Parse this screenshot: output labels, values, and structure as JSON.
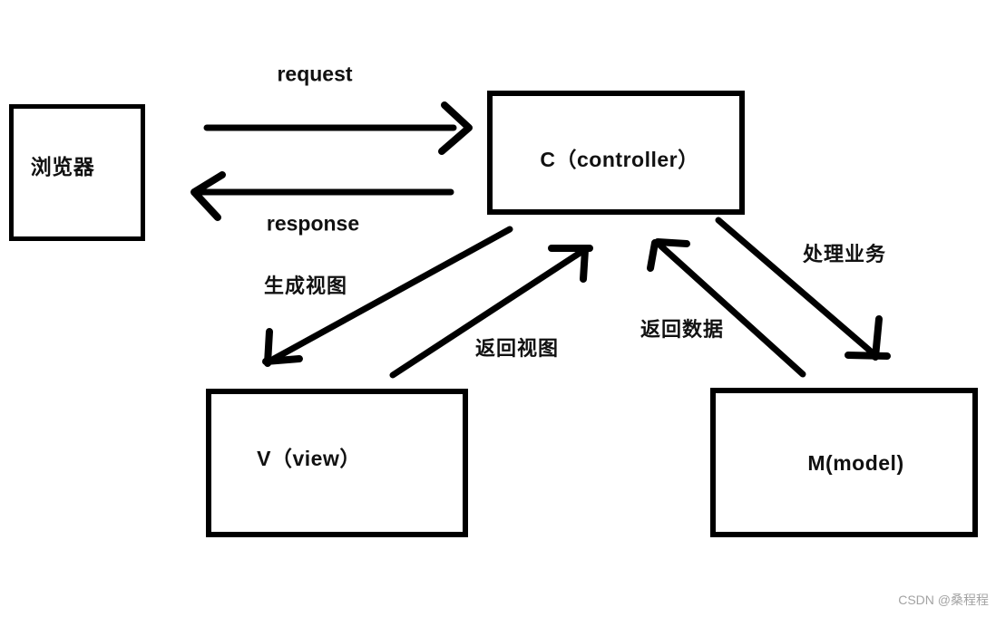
{
  "nodes": {
    "browser": {
      "label": "浏览器"
    },
    "controller": {
      "label": "C（controller）"
    },
    "view": {
      "label": "V（view）"
    },
    "model": {
      "label": "M(model)"
    }
  },
  "edges": {
    "request": {
      "label": "request",
      "from": "browser",
      "to": "controller"
    },
    "response": {
      "label": "response",
      "from": "controller",
      "to": "browser"
    },
    "generate_view": {
      "label": "生成视图",
      "from": "controller",
      "to": "view"
    },
    "return_view": {
      "label": "返回视图",
      "from": "view",
      "to": "controller"
    },
    "handle_business": {
      "label": "处理业务",
      "from": "controller",
      "to": "model"
    },
    "return_data": {
      "label": "返回数据",
      "from": "model",
      "to": "controller"
    }
  },
  "watermark": "CSDN @桑程程",
  "colors": {
    "stroke": "#000000",
    "text": "#111111",
    "watermark": "#a3a3a3",
    "background": "#ffffff"
  }
}
